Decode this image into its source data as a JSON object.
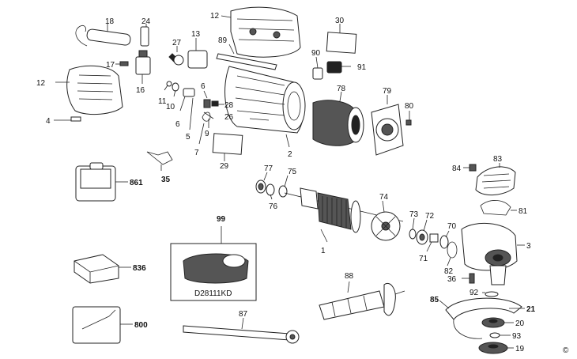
{
  "labels": {
    "l18": "18",
    "l24": "24",
    "l12a": "12",
    "l12b": "12",
    "l27": "27",
    "l13": "13",
    "l89": "89",
    "l30": "30",
    "l90": "90",
    "l91": "91",
    "l17": "17",
    "l16": "16",
    "l11": "11",
    "l10": "10",
    "l6a": "6",
    "l6b": "6",
    "l28": "28",
    "l26": "26",
    "l5": "5",
    "l9": "9",
    "l7": "7",
    "l4": "4",
    "l78": "78",
    "l79": "79",
    "l80": "80",
    "l2": "2",
    "l29": "29",
    "l861": "861",
    "l35": "35",
    "l77": "77",
    "l75": "75",
    "l76": "76",
    "l74": "74",
    "l84": "84",
    "l83": "83",
    "l81": "81",
    "l73": "73",
    "l72": "72",
    "l70": "70",
    "l71": "71",
    "l1": "1",
    "l3": "3",
    "l82": "82",
    "l36": "36",
    "l99": "99",
    "l836": "836",
    "l88": "88",
    "l92": "92",
    "l85": "85",
    "l21": "21",
    "l20": "20",
    "l93": "93",
    "l19": "19",
    "l800": "800",
    "l87": "87",
    "kit_name": "D28111KD",
    "copyright": "©"
  }
}
